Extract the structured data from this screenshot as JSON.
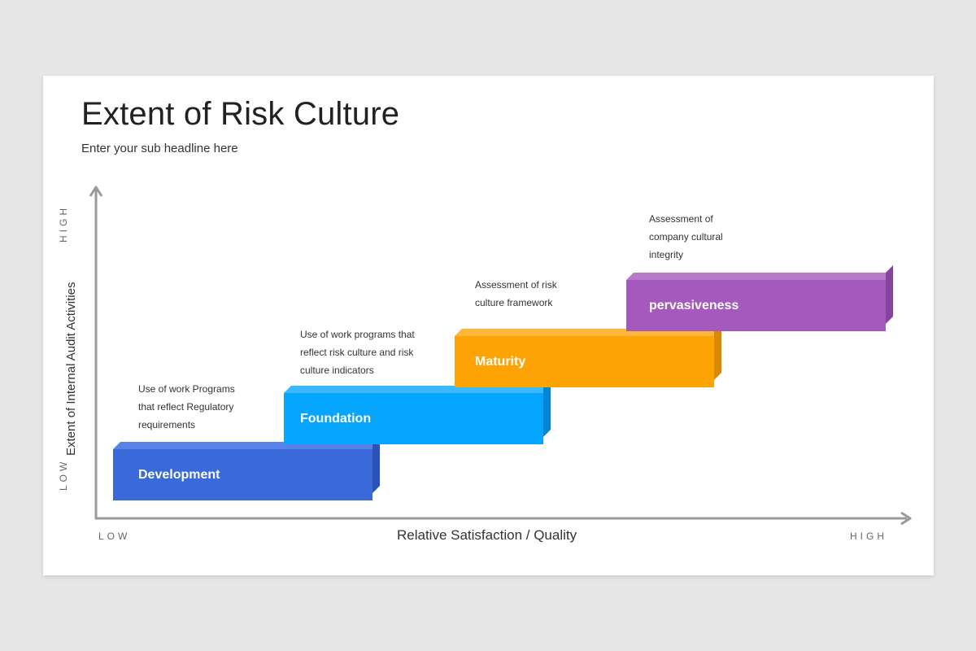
{
  "slide": {
    "title": "Extent of Risk Culture",
    "subtitle": "Enter your sub headline here"
  },
  "axes": {
    "y_title": "Extent of Internal Audit Activities",
    "y_low": "LOW",
    "y_high": "HIGH",
    "x_title": "Relative Satisfaction / Quality",
    "x_low": "LOW",
    "x_high": "HIGH",
    "axis_color": "#9a9a9a"
  },
  "steps": [
    {
      "label": "Development",
      "description": "Use of work Programs\nthat reflect Regulatory\nrequirements",
      "colors": {
        "front": "#3a6ad9",
        "top": "#5883e6",
        "side": "#2a52b8"
      }
    },
    {
      "label": "Foundation",
      "description": "Use of work programs that\nreflect risk culture and risk\nculture indicators",
      "colors": {
        "front": "#06a6ff",
        "top": "#3bb8ff",
        "side": "#0385d1"
      }
    },
    {
      "label": "Maturity",
      "description": "Assessment of risk\nculture framework",
      "colors": {
        "front": "#fda304",
        "top": "#fdb53a",
        "side": "#d98a00"
      }
    },
    {
      "label": "pervasiveness",
      "description": "Assessment of\ncompany cultural\nintegrity",
      "colors": {
        "front": "#a459bc",
        "top": "#b77acb",
        "side": "#87449d"
      }
    }
  ]
}
